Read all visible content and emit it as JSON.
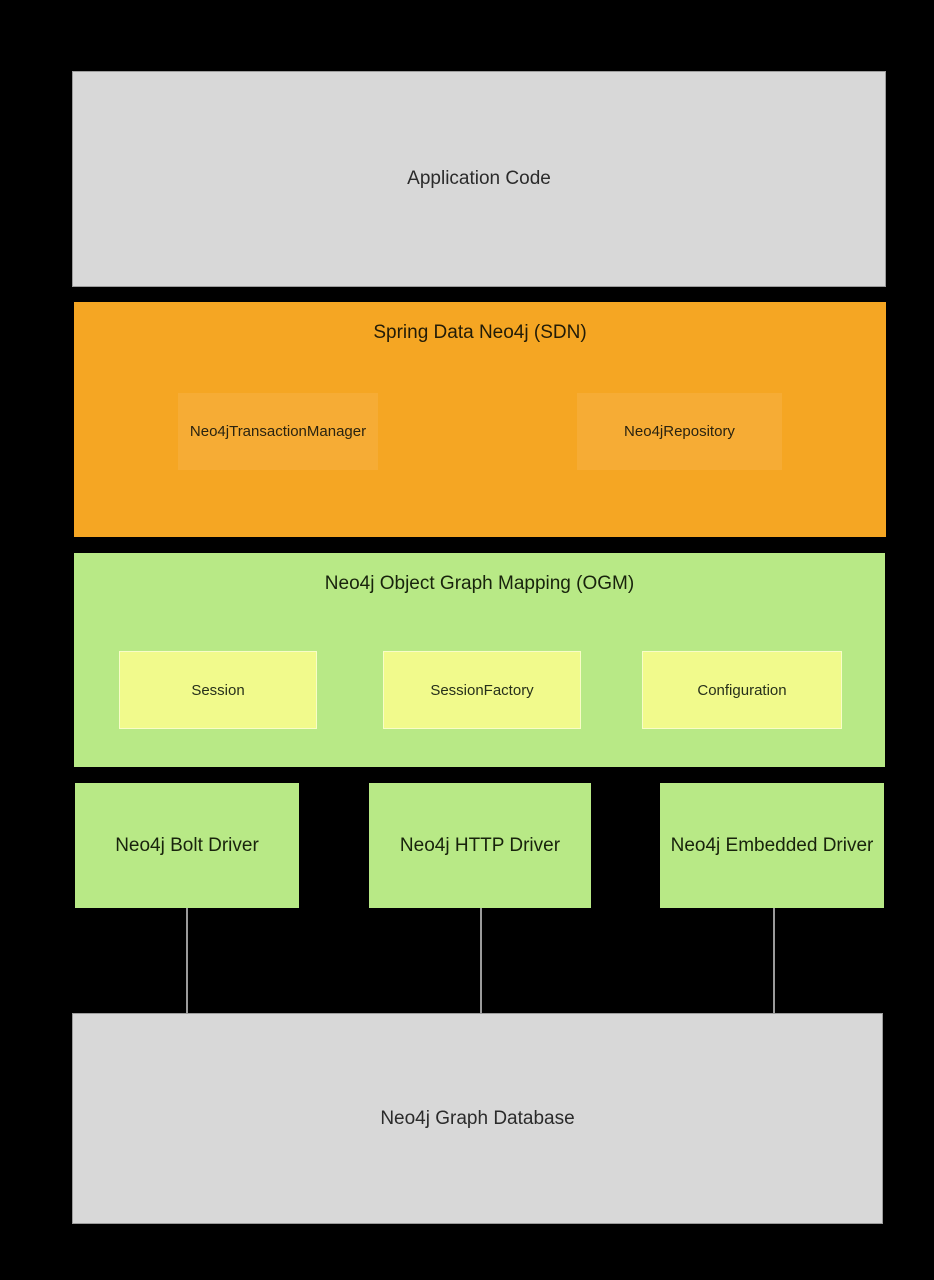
{
  "diagram": {
    "application": {
      "label": "Application Code"
    },
    "sdn": {
      "title": "Spring Data Neo4j (SDN)",
      "components": [
        {
          "label": "Neo4jTransactionManager"
        },
        {
          "label": "Neo4jRepository"
        }
      ]
    },
    "ogm": {
      "title": "Neo4j Object Graph Mapping (OGM)",
      "components": [
        {
          "label": "Session"
        },
        {
          "label": "SessionFactory"
        },
        {
          "label": "Configuration"
        }
      ]
    },
    "drivers": [
      {
        "label": "Neo4j Bolt Driver"
      },
      {
        "label": "Neo4j HTTP Driver"
      },
      {
        "label": "Neo4j Embedded Driver"
      }
    ],
    "database": {
      "label": "Neo4j Graph Database"
    }
  },
  "colors": {
    "background": "#000000",
    "layer_gray": "#d8d8d8",
    "gray_border": "#9c9c9c",
    "sdn_orange": "#f5a623",
    "sdn_inner_orange": "#f6ac35",
    "green": "#b8e986",
    "yellow": "#f1fa8c",
    "connector": "#9b9b9b"
  }
}
